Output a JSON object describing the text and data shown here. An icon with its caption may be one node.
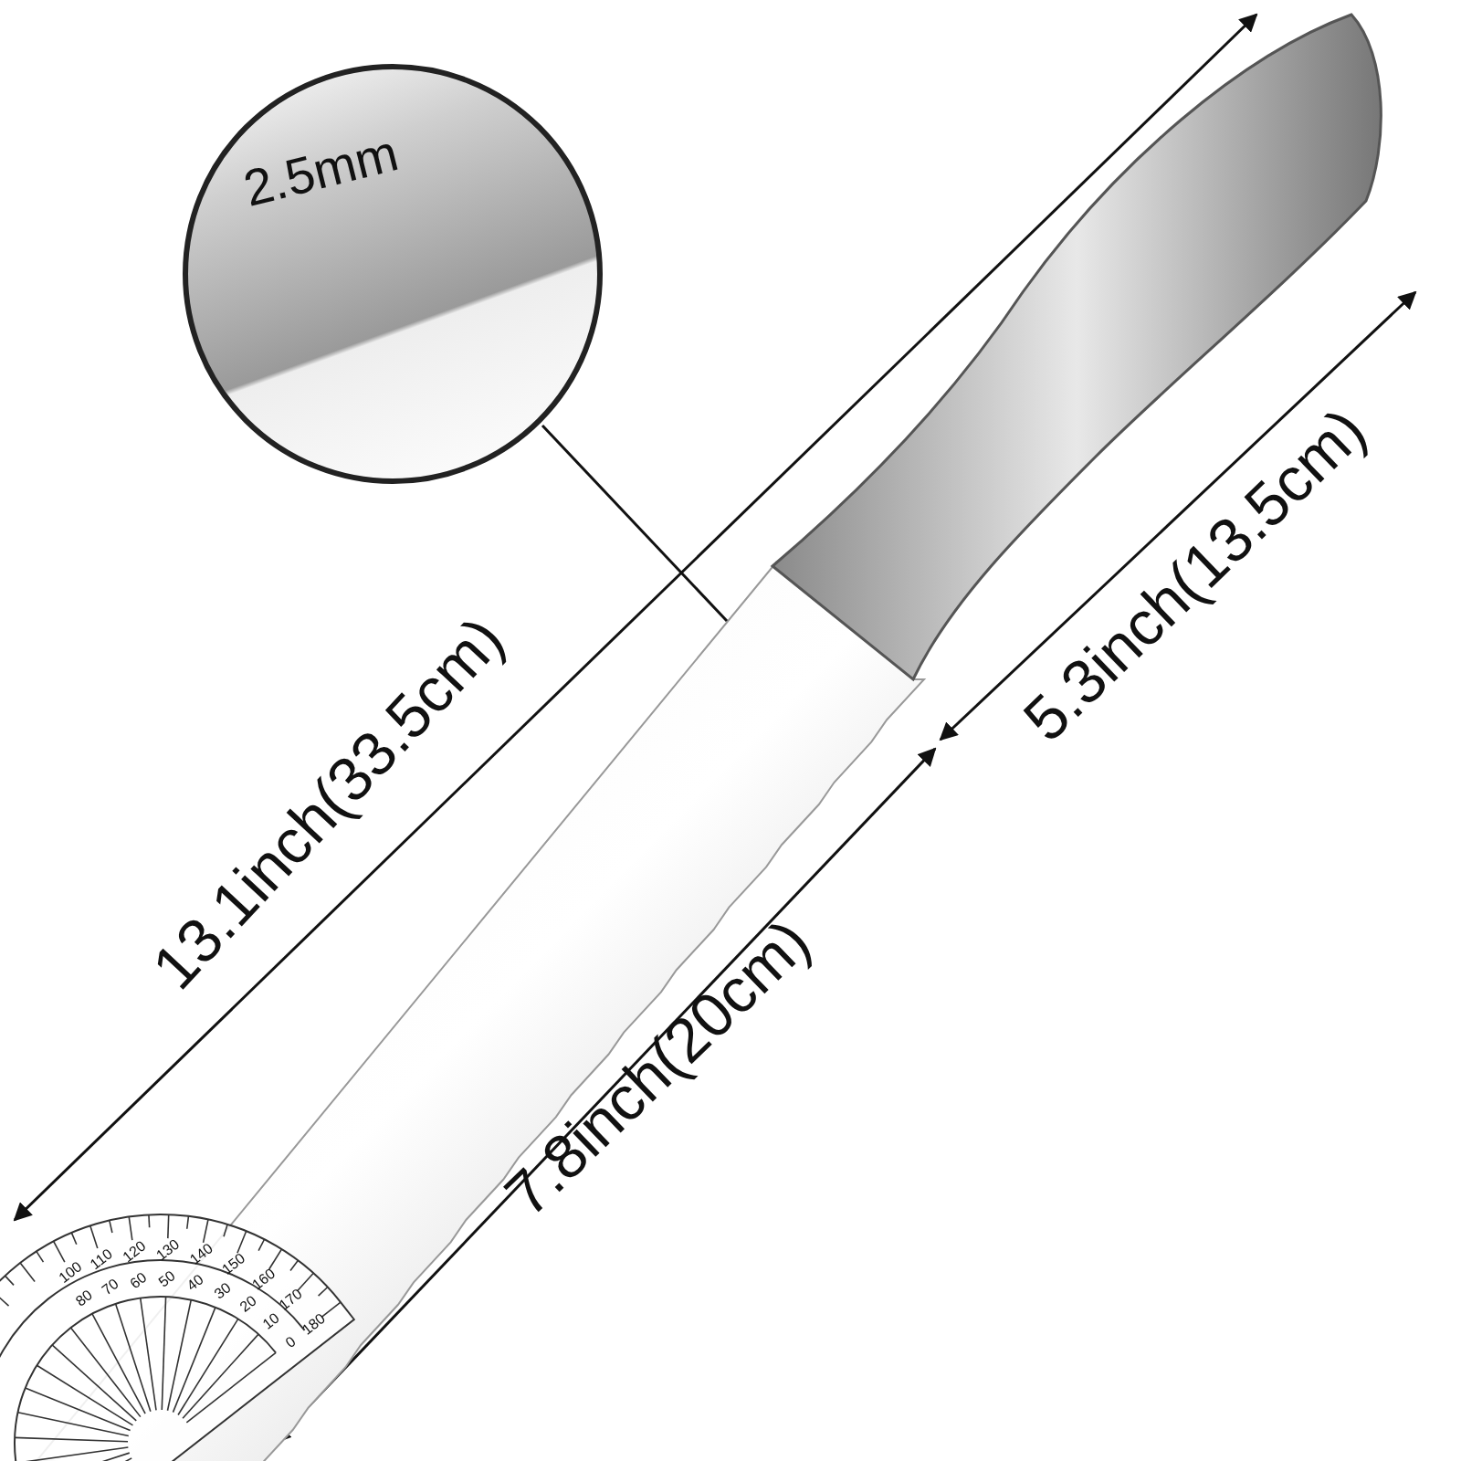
{
  "diagram": {
    "nodes": [
      {
        "text": [
          "2.5mm"
        ]
      },
      {
        "text": [],
        "shape": "picture"
      }
    ],
    "edges": [
      {
        "from": 0,
        "to": 1,
        "arrow": "none"
      }
    ],
    "labels": [
      "13.1inch(33.5cm)",
      "5.3inch(13.5cm)",
      "7.8inch(20cm)",
      "100",
      "110",
      "120",
      "130",
      "140",
      "150",
      "160",
      "170",
      "180",
      "80",
      "70",
      "60",
      "50",
      "40",
      "30",
      "20",
      "10",
      "0"
    ]
  }
}
